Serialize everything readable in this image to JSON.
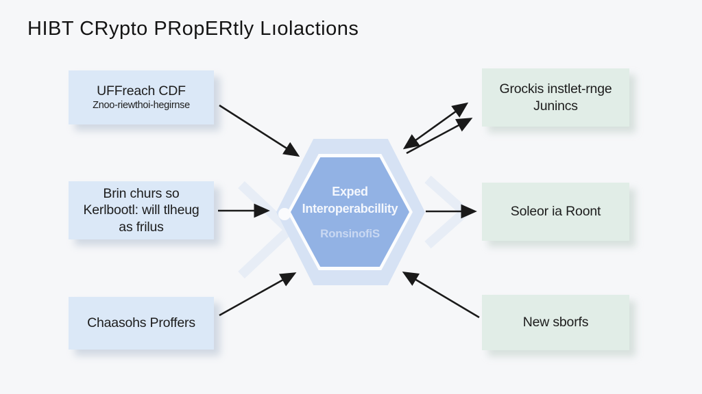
{
  "title": "HIBT CRypto PRopERtly Lıolactions",
  "left_boxes": [
    {
      "lines": [
        "UFFreach CDF",
        "Znoo-riewthoi-hegirnse"
      ]
    },
    {
      "lines": [
        "Brin churs so",
        "Kerlbootl: will tlheug",
        "as frilus"
      ]
    },
    {
      "lines": [
        "Chaasohs Proffers"
      ]
    }
  ],
  "center_hexagon": {
    "lines": [
      "Exped",
      "Interoperabcillity",
      "RonsinofiS"
    ]
  },
  "right_boxes": [
    {
      "lines": [
        "Grockis instlet-rnge",
        "Junincs"
      ]
    },
    {
      "lines": [
        "Soleor ia Roont"
      ]
    },
    {
      "lines": [
        "New sborfs"
      ]
    }
  ],
  "colors": {
    "background": "#f6f7f9",
    "left_box": "#dbe8f7",
    "right_box": "#e1ede7",
    "hexagon_outer": "#d6e2f4",
    "hexagon_inner": "#92b2e4",
    "hexagon_text": "#f4f7fd",
    "hexagon_subtext": "#c9d8f2",
    "arrow": "#1a1a1a",
    "text": "#1c1c1c"
  }
}
